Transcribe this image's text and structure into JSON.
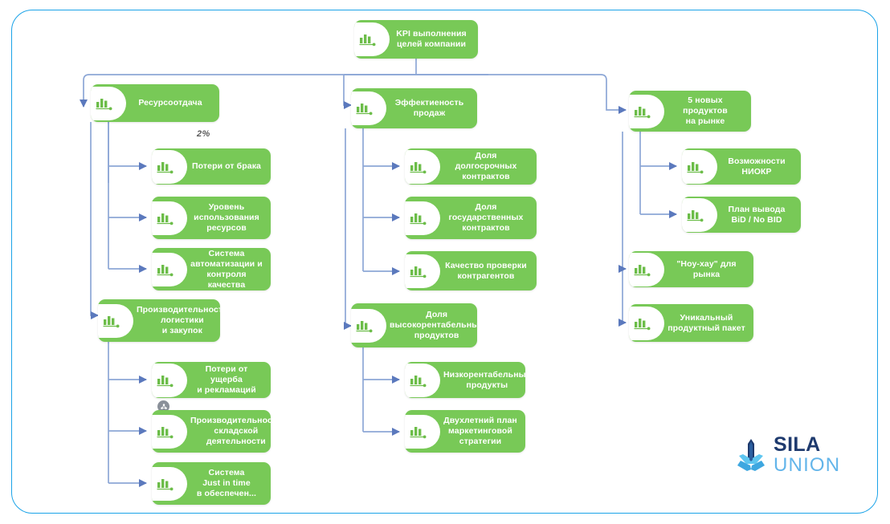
{
  "frame": {
    "border_color": "#1ba3e8"
  },
  "theme": {
    "node_fill": "#78c957",
    "node_text": "#ffffff",
    "connector": "#8da7d6",
    "annotation_text": "#5b5b5b",
    "logo_dark": "#1e3a6e",
    "logo_light": "#63b5ea"
  },
  "diagram": {
    "type": "tree",
    "root": {
      "id": "root",
      "label": "KPI выполнения\nцелей компании",
      "icon": "bar-chart-icon"
    },
    "branches": [
      {
        "id": "branch-resource",
        "label": "Ресурсоотдача",
        "icon": "bar-chart-icon",
        "children": [
          {
            "id": "losses-defect",
            "label": "Потери от брака",
            "icon": "bar-chart-icon",
            "annotation": "2%"
          },
          {
            "id": "resource-usage-level",
            "label": "Уровень\nиспользования\nресурсов",
            "icon": "bar-chart-icon"
          },
          {
            "id": "automation-quality-system",
            "label": "Система\nавтоматизации и\nконтроля качества",
            "icon": "bar-chart-icon"
          }
        ]
      },
      {
        "id": "branch-logistics",
        "label": "Производительность\nлогистики\nи закупок",
        "icon": "bar-chart-icon",
        "children": [
          {
            "id": "losses-damage-claims",
            "label": "Потери от ущерба\nи рекламаций",
            "icon": "bar-chart-icon",
            "badge": "share-icon"
          },
          {
            "id": "warehouse-productivity",
            "label": "Производительность\nскладской\nдеятельности",
            "icon": "bar-chart-icon"
          },
          {
            "id": "just-in-time-system",
            "label": "Система\nJust in time\nв обеспечен...",
            "icon": "bar-chart-icon"
          }
        ]
      },
      {
        "id": "branch-sales",
        "label": "Эффектиеность\nпродаж",
        "icon": "bar-chart-icon",
        "children": [
          {
            "id": "long-term-contracts-share",
            "label": "Доля долгосрочных\nконтрактов",
            "icon": "bar-chart-icon"
          },
          {
            "id": "state-contracts-share",
            "label": "Доля\nгосударственных\nконтрактов",
            "icon": "bar-chart-icon"
          },
          {
            "id": "counterparty-check-quality",
            "label": "Качество проверки\nконтрагентов",
            "icon": "bar-chart-icon"
          }
        ]
      },
      {
        "id": "branch-profitable-products",
        "label": "Доля\nвысокорентабельных\nпродуктов",
        "icon": "bar-chart-icon",
        "children": [
          {
            "id": "low-margin-products",
            "label": "Низкорентабельные\nпродукты",
            "icon": "bar-chart-icon"
          },
          {
            "id": "two-year-marketing-plan",
            "label": "Двухлетний план\nмаркетинговой\nстратегии",
            "icon": "bar-chart-icon"
          }
        ]
      },
      {
        "id": "branch-new-products",
        "label": "5 новых продуктов\nна рынке",
        "icon": "bar-chart-icon",
        "children": [
          {
            "id": "rnd-opportunities",
            "label": "Возможности\nНИОКР",
            "icon": "bar-chart-icon"
          },
          {
            "id": "bid-no-bid-plan",
            "label": "План вывода\nBiD / No BID",
            "icon": "bar-chart-icon"
          }
        ]
      },
      {
        "id": "branch-know-how",
        "label": "\"Ноу-хау\" для рынка",
        "icon": "bar-chart-icon",
        "children": []
      },
      {
        "id": "branch-unique-package",
        "label": "Уникальный\nпродуктный пакет",
        "icon": "bar-chart-icon",
        "children": []
      }
    ]
  },
  "logo": {
    "name_primary": "SILA",
    "name_secondary": "UNION",
    "mark": "tri-blade-icon"
  }
}
